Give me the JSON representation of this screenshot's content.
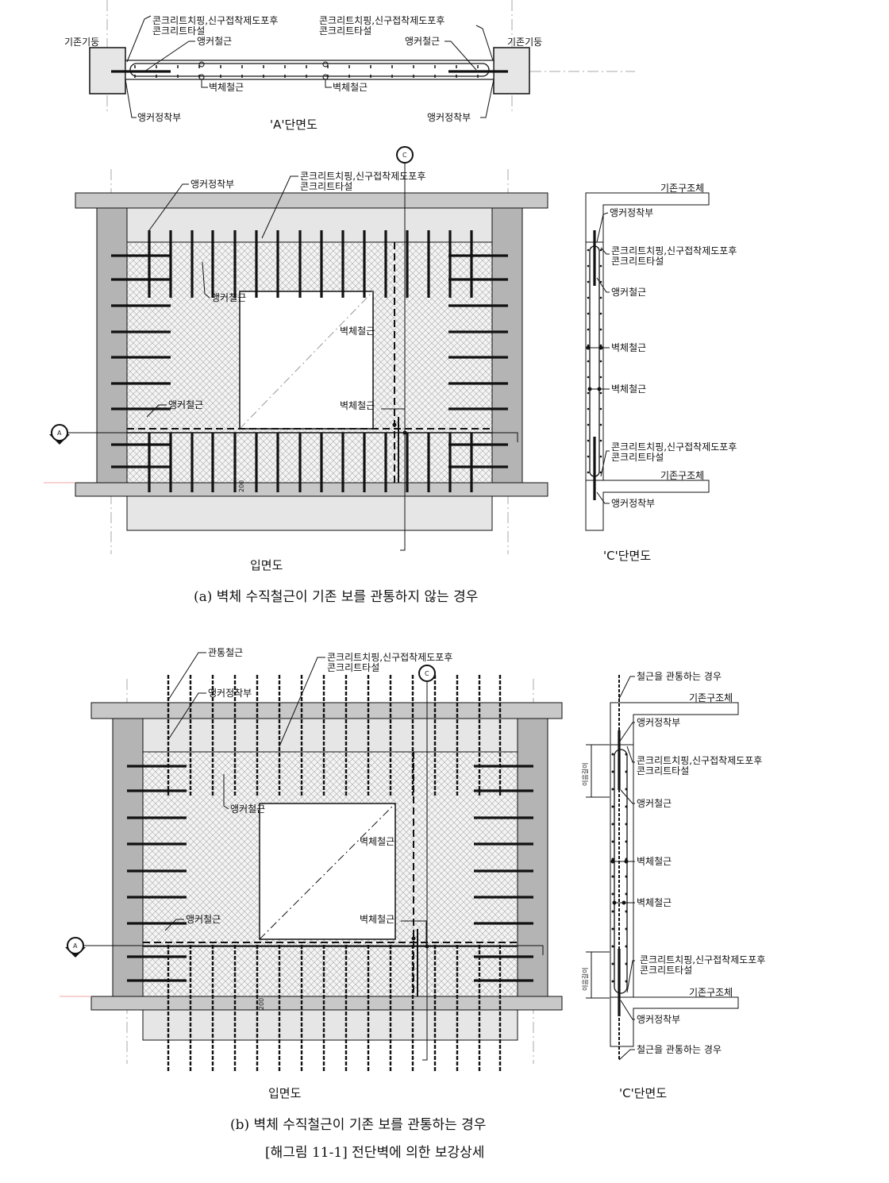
{
  "section_a": {
    "title": "'A'단면도",
    "existing_column": "기존기둥",
    "chipping_line1": "콘크리트치핑,신구접착제도포후",
    "chipping_line2": "콘크리트타설",
    "anchor_rebar": "앵커철근",
    "wall_rebar": "벽체철근",
    "anchor_zone": "앵커정착부"
  },
  "elevation_title": "입면도",
  "through_rebar": "관통철근",
  "dim_200": "200",
  "section_c": {
    "title": "'C'단면도",
    "existing_structure": "기존구조체",
    "through_rebar_case": "철근을 관통하는 경우",
    "lap_length": "이음길이"
  },
  "markers": {
    "a": "A",
    "c": "C"
  },
  "captions": {
    "a": "(a) 벽체 수직철근이 기존 보를 관통하지 않는 경우",
    "b": "(b) 벽체 수직철근이 기존 보를 관통하는 경우",
    "figure": "[해그림 11-1] 전단벽에 의한 보강상세"
  },
  "colors": {
    "beam": "#c8c8c8",
    "column": "#b4b4b4",
    "light": "#e6e6e6",
    "hatch": "#9a9a9a"
  }
}
